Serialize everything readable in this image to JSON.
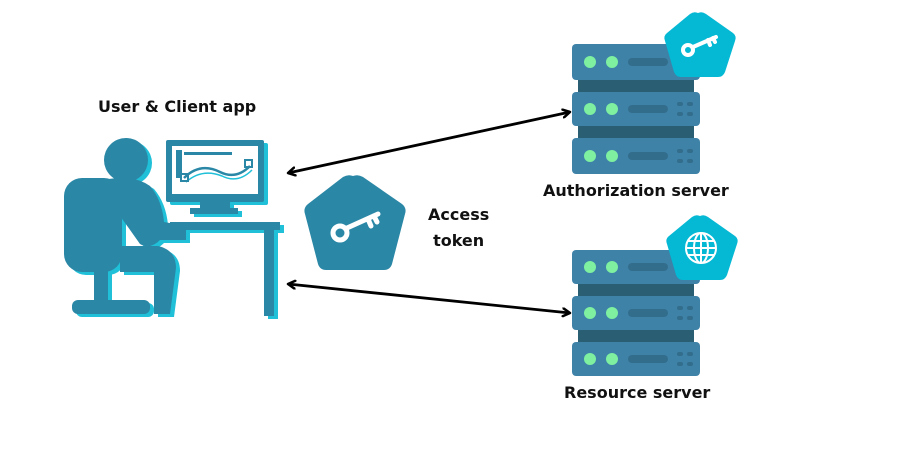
{
  "diagram": {
    "title": "OAuth access token flow",
    "nodes": {
      "client": {
        "label": "User & Client app",
        "icon": "user-at-computer-icon"
      },
      "auth_server": {
        "label": "Authorization server",
        "icon": "server-rack-icon",
        "badge_icon": "key-icon"
      },
      "resource_server": {
        "label": "Resource server",
        "icon": "server-rack-icon",
        "badge_icon": "globe-icon"
      },
      "token": {
        "label_line1": "Access",
        "label_line2": "token",
        "icon": "key-icon"
      }
    },
    "edges": [
      {
        "from": "client",
        "to": "auth_server",
        "direction": "bidirectional"
      },
      {
        "from": "client",
        "to": "resource_server",
        "direction": "bidirectional"
      }
    ],
    "colors": {
      "primary": "#2a87a6",
      "shadow": "#1fc0d8",
      "server_body": "#3e82a8",
      "server_gap": "#2a5f73",
      "server_slot": "#336d8c",
      "led": "#7ef0a0",
      "badge": "#05b8d4",
      "arrow": "#000000"
    }
  }
}
